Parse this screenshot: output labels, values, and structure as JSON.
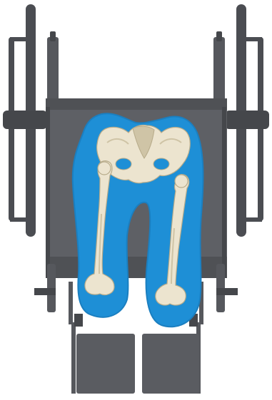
{
  "figure": {
    "colors": {
      "frame": "#56585d",
      "frame_dark": "#45474b",
      "seat": "#5e6065",
      "seat_shadow": "#4f5155",
      "wheel": "#4b4d52",
      "cushion_blue": "#1e8fd6",
      "cushion_edge": "#1b7fc0",
      "bone": "#ece4cf",
      "bone_shade": "#cfc4a6",
      "bone_outline": "#b7ab8a",
      "footplate": "#5a5c61",
      "background": "#ffffff"
    },
    "icons": [
      "wheelchair-top-view",
      "pressure-relief-cushion",
      "pelvis-bone",
      "femur-bone"
    ]
  }
}
